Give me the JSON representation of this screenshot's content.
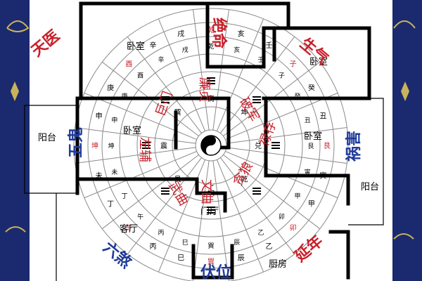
{
  "colors": {
    "background": "#1b2a6e",
    "panel": "#ffffff",
    "wall": "#000000",
    "red_text": "#c8202a",
    "blue_text": "#1f3a9a",
    "ring_line": "#9a9a9a"
  },
  "rooms": {
    "bedroom_top": "卧室",
    "bedroom_right": "卧室",
    "bedroom_left": "卧室",
    "bedroom_mid": "卧室",
    "balcony_left": "阳台",
    "balcony_right": "阳台",
    "living_room": "客厅",
    "hall": "门厅",
    "kitchen": "厨房"
  },
  "stars": {
    "jue_ming": "绝命",
    "wu_gui": "五鬼",
    "tian_yi": "天医",
    "liu_sha": "六煞",
    "yan_nian": "延年",
    "huo_hai": "祸害",
    "sheng_qi": "生气",
    "fu_wei": "伏位"
  },
  "planets": {
    "ju_men": "巨门",
    "lian_zhen": "廉贞",
    "wu_qu": "武曲",
    "tan_lang": "贪狼",
    "po_jun": "破军",
    "lu_cun": "禄存",
    "wen_qu": "文曲",
    "zuo_fu": "左辅"
  },
  "ring_glyphs": [
    "乾",
    "亥",
    "壬",
    "子",
    "癸",
    "丑",
    "艮",
    "寅",
    "甲",
    "卯",
    "乙",
    "辰",
    "巽",
    "巳",
    "丙",
    "午",
    "丁",
    "未",
    "坤",
    "申",
    "庚",
    "酉",
    "辛",
    "戌"
  ],
  "inner_glyphs": [
    "坎",
    "艮",
    "震",
    "巽",
    "离",
    "坤",
    "兑",
    "乾"
  ]
}
